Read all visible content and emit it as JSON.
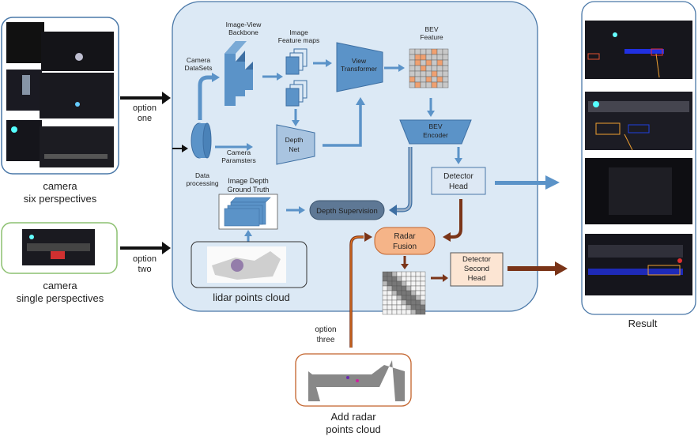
{
  "inputs": {
    "six": {
      "line1": "camera",
      "line2": "six perspectives"
    },
    "single": {
      "line1": "camera",
      "line2": "single perspectives"
    },
    "option_one": {
      "line1": "option",
      "line2": "one"
    },
    "option_two": {
      "line1": "option",
      "line2": "two"
    },
    "option_three": {
      "line1": "option",
      "line2": "three"
    }
  },
  "pipeline": {
    "backbone": {
      "line1": "Image-View",
      "line2": "Backbone"
    },
    "camera_datasets": {
      "line1": "Camera",
      "line2": "DataSets"
    },
    "feature_maps": {
      "line1": "Image",
      "line2": "Feature maps"
    },
    "view_transformer": {
      "line1": "View",
      "line2": "Transformer"
    },
    "bev_feature": {
      "line1": "BEV",
      "line2": "Feature"
    },
    "bev_encoder": {
      "line1": "BEV",
      "line2": "Encoder"
    },
    "data_processing": {
      "line1": "Data",
      "line2": "processing"
    },
    "camera_params": {
      "line1": "Camera",
      "line2": "Paramsters"
    },
    "depth_net": {
      "line1": "Depth",
      "line2": "Net"
    },
    "detector_head": {
      "line1": "Detector",
      "line2": "Head"
    },
    "depth_gt": {
      "line1": "Image Depth",
      "line2": "Ground Truth"
    },
    "depth_supervision": "Depth Supervision",
    "radar_fusion": {
      "line1": "Radar",
      "line2": "Fusion"
    },
    "second_head": {
      "line1": "Detector",
      "line2": "Second",
      "line3": "Head"
    },
    "lidar": "lidar points cloud"
  },
  "radar": {
    "line1": "Add radar",
    "line2": "points cloud"
  },
  "result": "Result",
  "colors": {
    "panel_bg": "#dce9f5",
    "panel_border": "#4a78a8",
    "blue_block": "#5b93c8",
    "blue_dark": "#3d6fa3",
    "head_fill": "#dde8f4",
    "radar_fill": "#f5b488",
    "radar_border": "#c2622a",
    "brown_arrow": "#7a3418",
    "orange_grid": "#f0a070",
    "green_border": "#8cc070"
  }
}
